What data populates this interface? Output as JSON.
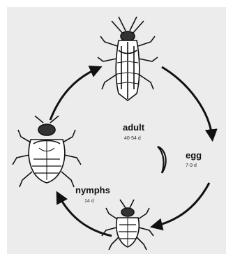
{
  "stages": [
    {
      "id": "adult",
      "label": "adult",
      "duration": "40-54 d",
      "icon": "adult-insect-icon"
    },
    {
      "id": "egg",
      "label": "egg",
      "duration": "7-9 d",
      "icon": "egg-icon"
    },
    {
      "id": "nymphs",
      "label": "nymphs",
      "duration": "14 d",
      "icon": "nymph-insect-icon"
    }
  ],
  "colors": {
    "ink": "#111111",
    "background": "#ececec"
  }
}
